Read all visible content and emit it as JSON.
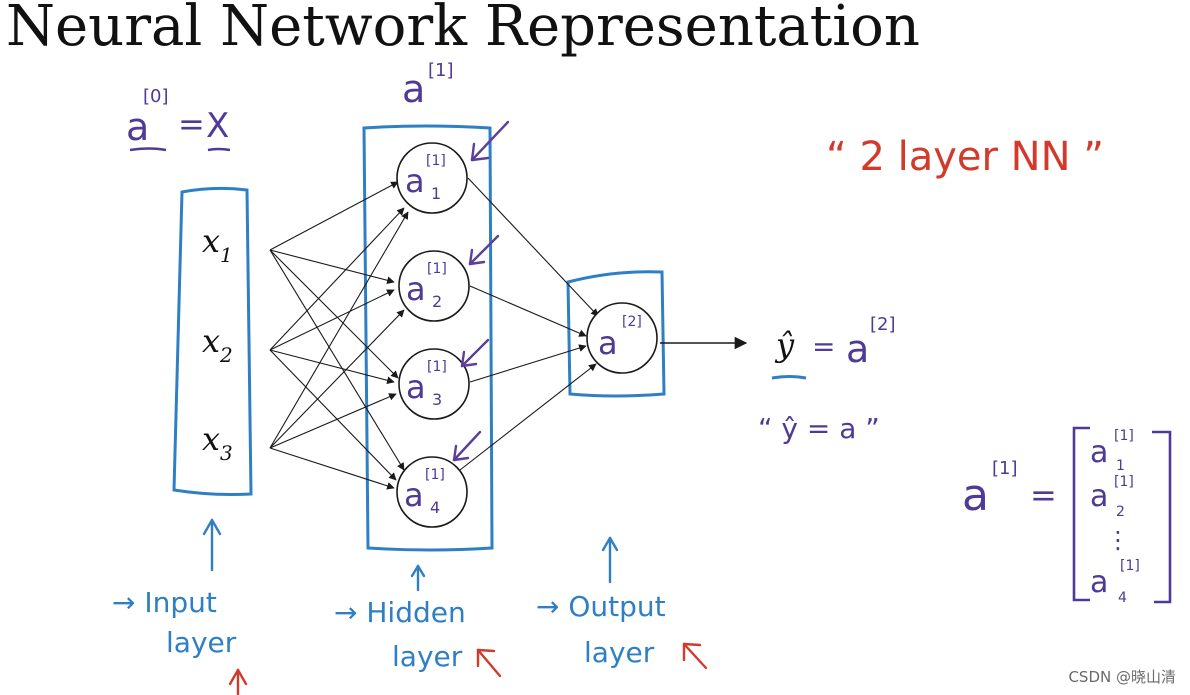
{
  "title": "Neural Network Representation",
  "watermark": "CSDN @晓山清",
  "colors": {
    "ink": "#1a1a1a",
    "blue": "#2f7fc4",
    "purple": "#4f3a95",
    "red": "#d23a2c"
  },
  "annotations": {
    "a0_base": "a",
    "a0_sup": "[0]",
    "a0_eq": "=",
    "a0_rhs": "X",
    "hidden_top_base": "a",
    "hidden_top_sup": "[1]",
    "nn_quote": "“ 2  layer   NN ”"
  },
  "inputs": [
    {
      "base": "x",
      "sub": "1"
    },
    {
      "base": "x",
      "sub": "2"
    },
    {
      "base": "x",
      "sub": "3"
    }
  ],
  "hidden_nodes": [
    {
      "base": "a",
      "sup": "[1]",
      "sub": "1"
    },
    {
      "base": "a",
      "sup": "[1]",
      "sub": "2"
    },
    {
      "base": "a",
      "sup": "[1]",
      "sub": "3"
    },
    {
      "base": "a",
      "sup": "[1]",
      "sub": "4"
    }
  ],
  "output_node": {
    "base": "a",
    "sup": "[2]"
  },
  "output_eq": {
    "yhat": "ŷ",
    "eq": "=",
    "rhs_base": "a",
    "rhs_sup": "[2]",
    "alt": "“ ŷ = a ”"
  },
  "layer_labels": {
    "input": {
      "line1": "→ Input",
      "line2": "layer"
    },
    "hidden": {
      "line1": "→ Hidden",
      "line2": "layer"
    },
    "output": {
      "line1": "→ Output",
      "line2": "layer"
    }
  },
  "vector": {
    "lhs_base": "a",
    "lhs_sup": "[1]",
    "eq": "=",
    "entries": [
      {
        "base": "a",
        "sup": "[1]",
        "sub": "1"
      },
      {
        "base": "a",
        "sup": "[1]",
        "sub": "2"
      },
      {
        "base": "⋮"
      },
      {
        "base": "a",
        "sup": "[1]",
        "sub": "4"
      }
    ]
  }
}
